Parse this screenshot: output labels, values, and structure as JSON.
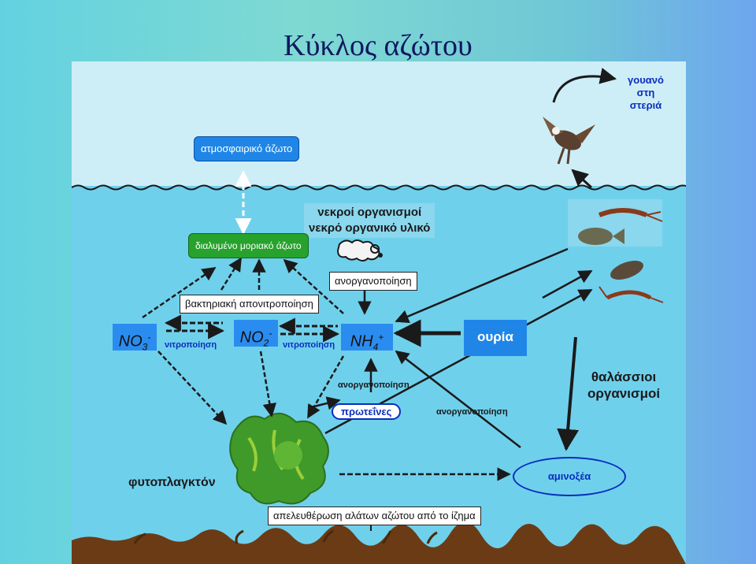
{
  "title": "Κύκλος αζώτου",
  "labels": {
    "guano": [
      "γουανό",
      "στη",
      "στεριά"
    ],
    "atmospheric_n": "ατμοσφαιρικό άζωτο",
    "dead_org": [
      "νεκροί οργανισμοί",
      "νεκρό οργανικό υλικό"
    ],
    "dissolved_n": "διαλυμένο μοριακό άζωτο",
    "mineral_top": "ανοργανοποίηση",
    "denitrification": "βακτηριακή απονιτροποίηση",
    "no3": {
      "base": "NO",
      "sub": "3",
      "sup": "-"
    },
    "no2": {
      "base": "NO",
      "sub": "2",
      "sup": "-"
    },
    "nh4": {
      "base": "NH",
      "sub": "4",
      "sup": "+"
    },
    "nitrification_1": "νιτροποίηση",
    "nitrification_2": "νιτροποίηση",
    "urea": "ουρία",
    "marine": [
      "θαλάσσιοι",
      "οργανισμοί"
    ],
    "mineral_mid": "ανοργανοποίηση",
    "proteins": "πρωτεΐνες",
    "mineral_right": "ανοργανοποίηση",
    "phyto": "φυτοπλαγκτόν",
    "amino": "αμινοξέα",
    "sediment": "απελευθέρωση αλάτων αζώτου από το ίζημα"
  },
  "colors": {
    "sky": "#cdeef7",
    "water": "#6fd0ec",
    "sediment": "#6b3b16",
    "blue_box": "#1f86e8",
    "green_box": "#27a22c",
    "label_blue": "#0a2dbe"
  },
  "icons": [
    "bird-icon",
    "shrimp-icon",
    "fish-icon",
    "detritus-icon",
    "phytoplankton-icon",
    "seabed-icon"
  ]
}
